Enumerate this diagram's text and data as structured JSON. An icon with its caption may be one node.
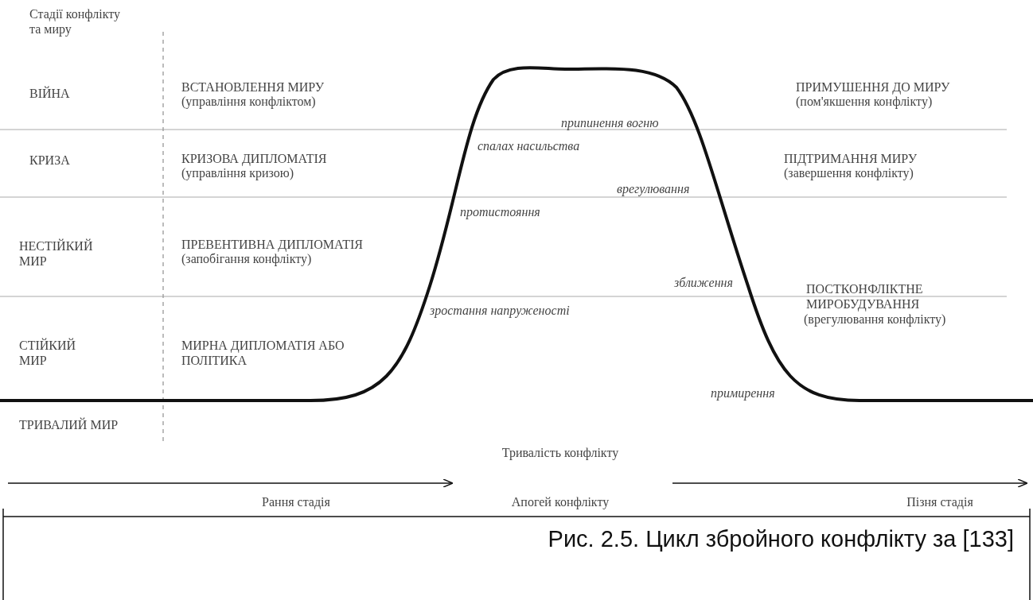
{
  "diagram": {
    "caption": "Рис. 2.5. Цикл збройного конфлікту за [133]",
    "labels": [
      "Стадії конфлікту та миру",
      "ВІЙНА",
      "ВСТАНОВЛЕННЯ МИРУ",
      "(управління конфліктом)",
      "ПРИМУШЕННЯ ДО МИРУ",
      "(пом'якшення конфлікту)",
      "припинення вогню",
      "спалах насильства",
      "КРИЗА",
      "КРИЗОВА ДИПЛОМАТІЯ",
      "(управління кризою)",
      "ПІДТРИМАННЯ МИРУ",
      "(завершення конфлікту)",
      "врегулювання",
      "протистояння",
      "НЕСТІЙКИЙ МИР",
      "ПРЕВЕНТИВНА ДИПЛОМАТІЯ",
      "(запобігання конфлікту)",
      "зближення",
      "ПОСТКОНФЛІКТНЕ МИРОБУДУВАННЯ",
      "(врегулювання конфлікту)",
      "зростання напруженості",
      "СТІЙКИЙ МИР",
      "МИРНА ДИПЛОМАТІЯ АБО ПОЛІТИКА",
      "примирення",
      "ТРИВАЛИЙ МИР",
      "Тривалість конфлікту",
      "Рання стадія",
      "Апогей конфлікту",
      "Пізня стадія"
    ]
  }
}
